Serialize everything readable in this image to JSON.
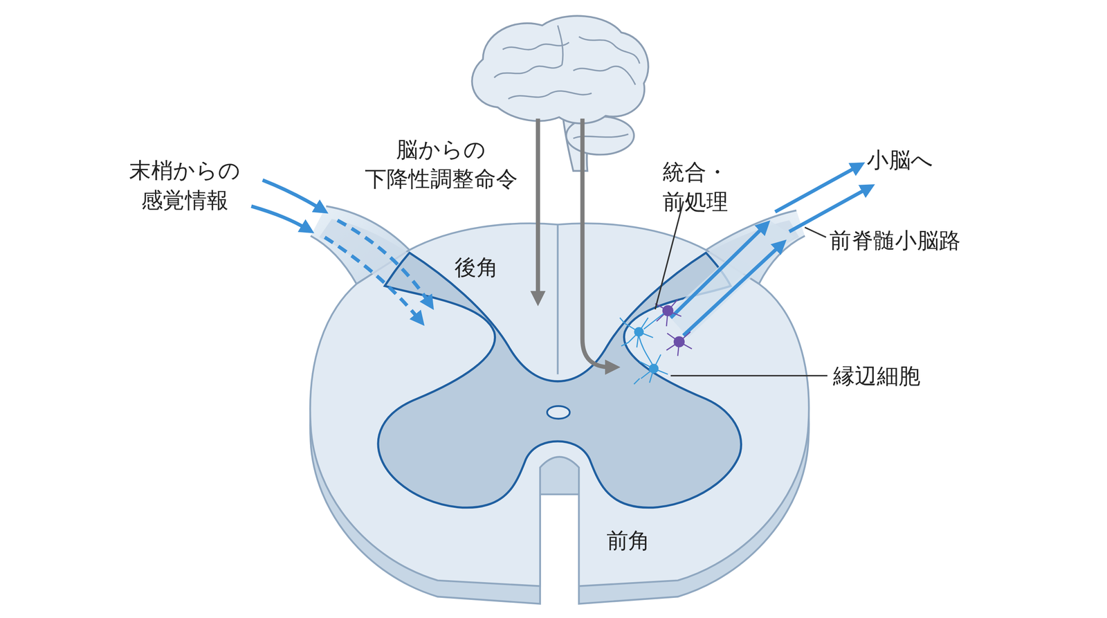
{
  "diagram": {
    "labels": [
      "末梢からの 感覚情報",
      "脳からの 下降性調整命令",
      "後角",
      "統合・前処理",
      "小脳へ",
      "前脊髄小脳路",
      "縁辺細胞",
      "前角"
    ]
  }
}
